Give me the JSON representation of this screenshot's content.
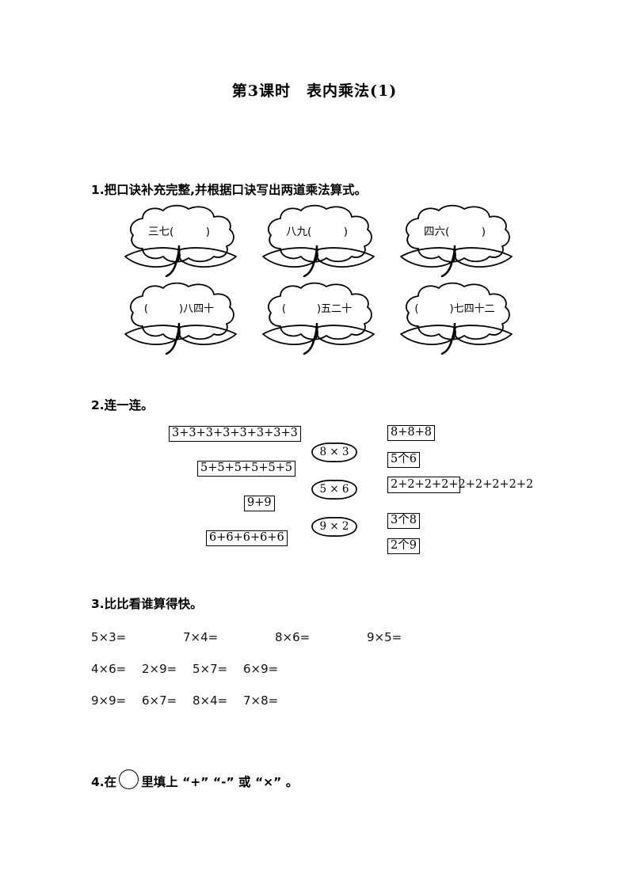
{
  "document": {
    "title": "第3课时　表内乘法(1)"
  },
  "questions": [
    {
      "id": "q1",
      "heading": "1.把口诀补充完整,并根据口诀写出两道乘法算式。",
      "flowers": [
        {
          "text": "三七(　　　)"
        },
        {
          "text": "八九(　　　)"
        },
        {
          "text": "四六(　　　)"
        },
        {
          "text": "(　　　)八四十"
        },
        {
          "text": "(　　　)五二十"
        },
        {
          "text": "(　　　)七四十二"
        }
      ]
    },
    {
      "id": "q2",
      "heading": "2.连一连。",
      "left_items": [
        "3+3+3+3+3+3+3+3",
        "5+5+5+5+5+5",
        "9+9",
        "6+6+6+6+6"
      ],
      "middle_items": [
        "8 × 3",
        "5 × 6",
        "9 × 2"
      ],
      "right_items": [
        "8+8+8",
        "5个6",
        "2+2+2+2+2+2+2+2+2",
        "3个8",
        "2个9"
      ]
    },
    {
      "id": "q3",
      "heading": "3.比比看谁算得快。",
      "rows": [
        [
          "5×3=",
          "7×4=",
          "8×6=",
          "9×5="
        ],
        [
          "4×6=",
          "2×9=",
          "5×7=",
          "6×9="
        ],
        [
          "9×9=",
          "6×7=",
          "8×4=",
          "7×8="
        ]
      ]
    },
    {
      "id": "q4",
      "heading_before": "4.在",
      "heading_after": "里填上 “+” “-” 或 “×” 。"
    }
  ]
}
